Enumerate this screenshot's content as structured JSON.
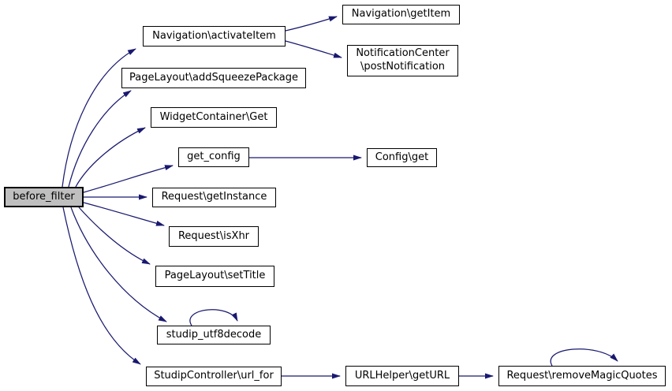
{
  "colors": {
    "background": "#ffffff",
    "edge": "#191970",
    "node_fill": "#ffffff",
    "node_border": "#000000",
    "highlight_fill": "#bfbfbf"
  },
  "nodes": [
    {
      "label": "before_filter",
      "highlighted": true
    },
    {
      "label": "Navigation\\activateItem"
    },
    {
      "label": "Navigation\\getItem"
    },
    {
      "label": "NotificationCenter\n\\postNotification"
    },
    {
      "label": "PageLayout\\addSqueezePackage"
    },
    {
      "label": "WidgetContainer\\Get"
    },
    {
      "label": "get_config"
    },
    {
      "label": "Config\\get"
    },
    {
      "label": "Request\\getInstance"
    },
    {
      "label": "Request\\isXhr"
    },
    {
      "label": "PageLayout\\setTitle"
    },
    {
      "label": "studip_utf8decode"
    },
    {
      "label": "StudipController\\url_for"
    },
    {
      "label": "URLHelper\\getURL"
    },
    {
      "label": "Request\\removeMagicQuotes"
    }
  ],
  "edges": [
    {
      "from": "before_filter",
      "to": "Navigation\\activateItem"
    },
    {
      "from": "before_filter",
      "to": "PageLayout\\addSqueezePackage"
    },
    {
      "from": "before_filter",
      "to": "WidgetContainer\\Get"
    },
    {
      "from": "before_filter",
      "to": "get_config"
    },
    {
      "from": "before_filter",
      "to": "Request\\getInstance"
    },
    {
      "from": "before_filter",
      "to": "Request\\isXhr"
    },
    {
      "from": "before_filter",
      "to": "PageLayout\\setTitle"
    },
    {
      "from": "before_filter",
      "to": "studip_utf8decode"
    },
    {
      "from": "before_filter",
      "to": "StudipController\\url_for"
    },
    {
      "from": "Navigation\\activateItem",
      "to": "Navigation\\getItem"
    },
    {
      "from": "Navigation\\activateItem",
      "to": "NotificationCenter\\postNotification"
    },
    {
      "from": "get_config",
      "to": "Config\\get"
    },
    {
      "from": "studip_utf8decode",
      "to": "studip_utf8decode"
    },
    {
      "from": "StudipController\\url_for",
      "to": "URLHelper\\getURL"
    },
    {
      "from": "URLHelper\\getURL",
      "to": "Request\\removeMagicQuotes"
    },
    {
      "from": "Request\\removeMagicQuotes",
      "to": "Request\\removeMagicQuotes"
    }
  ]
}
